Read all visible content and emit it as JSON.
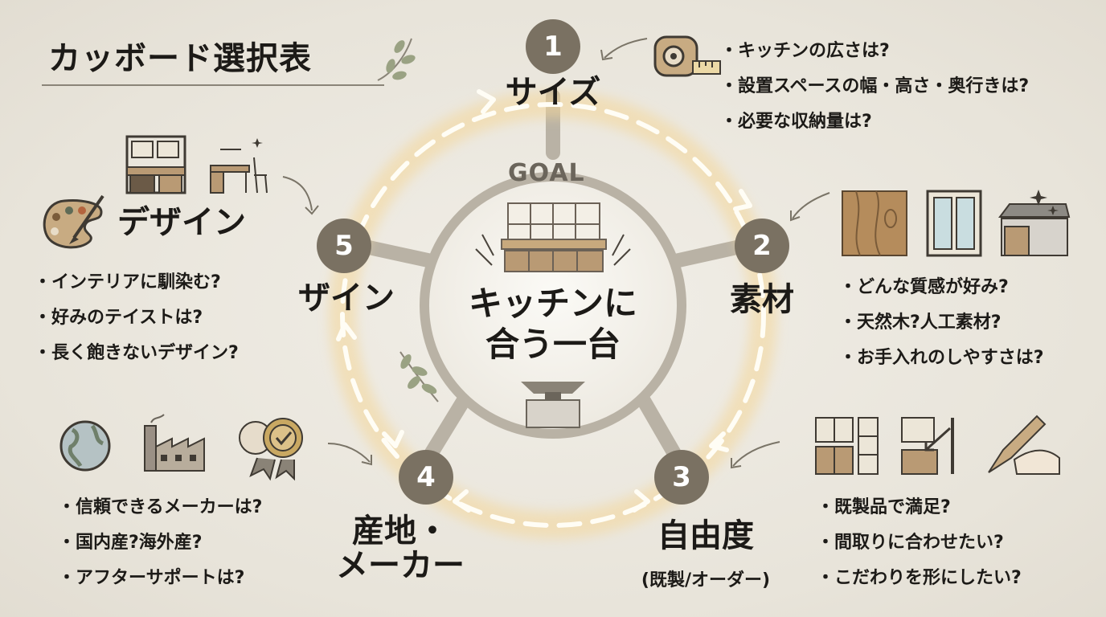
{
  "title": "カッボード選択表",
  "center": {
    "goal": "GOAL",
    "line1": "キッチンに",
    "line2": "合う一台"
  },
  "steps": [
    {
      "number": "1",
      "label": "サイズ",
      "questions": [
        "キッチンの広さは?",
        "設置スペースの幅・高さ・奥行きは?",
        "必要な収納量は?"
      ],
      "icons": [
        "tape-measure-icon"
      ]
    },
    {
      "number": "2",
      "label": "素材",
      "questions": [
        "どんな質感が好み?",
        "天然木?人工素材?",
        "お手入れのしやすさは?"
      ],
      "icons": [
        "wood-grain-icon",
        "glass-door-icon",
        "stone-countertop-icon"
      ]
    },
    {
      "number": "3",
      "label": "自由度",
      "sublabel": "(既製/オーダー)",
      "questions": [
        "既製品で満足?",
        "間取りに合わせたい?",
        "こだわりを形にしたい?"
      ],
      "icons": [
        "modular-shelves-icon",
        "custom-fit-icon",
        "pencil-drawing-icon"
      ]
    },
    {
      "number": "4",
      "label_line1": "産地・",
      "label_line2": "メーカー",
      "questions": [
        "信頼できるメーカーは?",
        "国内産?海外産?",
        "アフターサポートは?"
      ],
      "icons": [
        "globe-icon",
        "factory-icon",
        "award-badge-icon"
      ]
    },
    {
      "number": "5",
      "label_main": "デザイン",
      "label_ring": "ザイン",
      "questions": [
        "インテリアに馴染む?",
        "好みのテイストは?",
        "長く飽きないデザイン?"
      ],
      "icons": [
        "cupboard-icon",
        "desk-chair-icon",
        "palette-icon"
      ]
    }
  ],
  "colors": {
    "background": "#eae6dc",
    "badge": "#7a7162",
    "ring": "#b9b2a5",
    "wood": "#b99a74",
    "glow": "#f4d79a",
    "text": "#1c1a17"
  }
}
